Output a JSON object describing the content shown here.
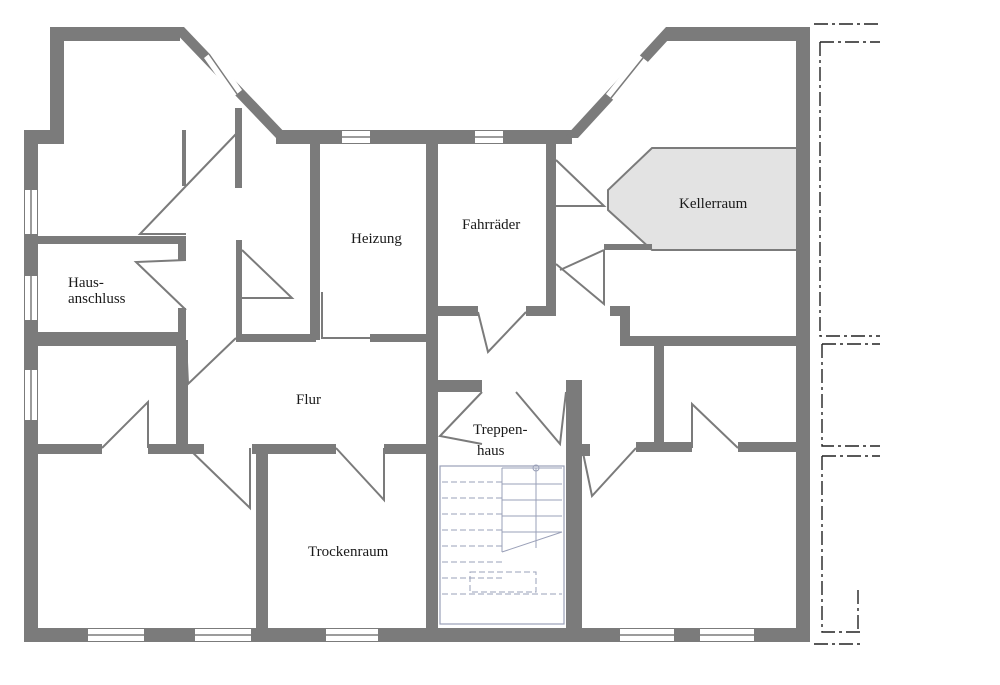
{
  "plan": {
    "colors": {
      "wall": "#7b7b7b",
      "door": "#7b7b7b",
      "window": "#7b7b7b",
      "highlight_room": "#e3e3e3",
      "stair_lines": "#9aa0b8",
      "background": "#ffffff"
    },
    "rooms": {
      "heizung": "Heizung",
      "fahrraeder": "Fahrräder",
      "kellerraum": "Kellerraum",
      "hausanschluss_line1": "Haus-",
      "hausanschluss_line2": "anschluss",
      "flur": "Flur",
      "treppenhaus_line1": "Treppen-",
      "treppenhaus_line2": "haus",
      "trockenraum": "Trockenraum"
    },
    "highlighted_room": "Kellerraum"
  }
}
